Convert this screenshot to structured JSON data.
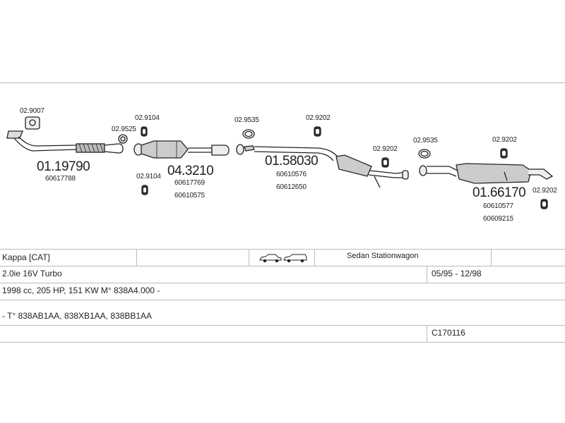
{
  "parts": {
    "p1_main": "01.19790",
    "p1_oe": "60617788",
    "gasket_tl": "02.9007",
    "clamp_a": "02.9525",
    "hanger_a": "02.9104",
    "hanger_b": "02.9104",
    "cat_main": "04.3210",
    "cat_oe1": "60617769",
    "cat_oe2": "60610575",
    "gasket_mid": "02.9535",
    "hanger_c": "02.9202",
    "mid_main": "01.58030",
    "mid_oe1": "60610576",
    "mid_oe2": "60612650",
    "hanger_d": "02.9202",
    "gasket_rear": "02.9535",
    "hanger_e": "02.9202",
    "rear_main": "01.66170",
    "rear_oe1": "60610577",
    "rear_oe2": "60609215",
    "hanger_f": "02.9202"
  },
  "vehicle": {
    "model": "Kappa   [CAT]",
    "body": "Sedan  Stationwagon",
    "engine": "2.0ie 16V Turbo",
    "years": "05/95 - 12/98",
    "spec": "1998 cc, 205 HP, 151 KW M° 838A4.000 -",
    "types": "- T° 838AB1AA, 838XB1AA, 838BB1AA",
    "code": "C170116"
  },
  "icons": [
    "sedan-car-icon",
    "stationwagon-car-icon"
  ],
  "colors": {
    "line": "#222222",
    "fill": "#d8d8d8",
    "rule": "#bbbbbb"
  }
}
